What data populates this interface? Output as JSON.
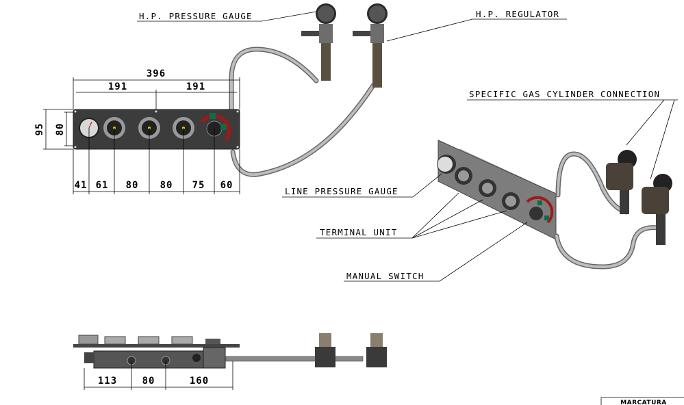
{
  "labels": {
    "hp_pressure_gauge": "H.P. PRESSURE GAUGE",
    "hp_regulator": "H.P. REGULATOR",
    "specific_gas_cylinder_connection": "SPECIFIC GAS CYLINDER CONNECTION",
    "line_pressure_gauge": "LINE PRESSURE GAUGE",
    "terminal_unit": "TERMINAL UNIT",
    "manual_switch": "MANUAL SWITCH"
  },
  "front_view_dimensions": {
    "overall_width": "396",
    "half_left": "191",
    "half_right": "191",
    "overall_height": "95",
    "inner_height": "80",
    "spacing": [
      "41",
      "61",
      "80",
      "80",
      "75",
      "60"
    ]
  },
  "bottom_view_dimensions": [
    "113",
    "80",
    "160"
  ],
  "title_block": {
    "field": "MARCATURA"
  },
  "colors": {
    "panel": "#3a3a3a",
    "switch_red": "#a01818",
    "switch_green": "#0f6b4a",
    "hose": "#9a9a9a"
  }
}
